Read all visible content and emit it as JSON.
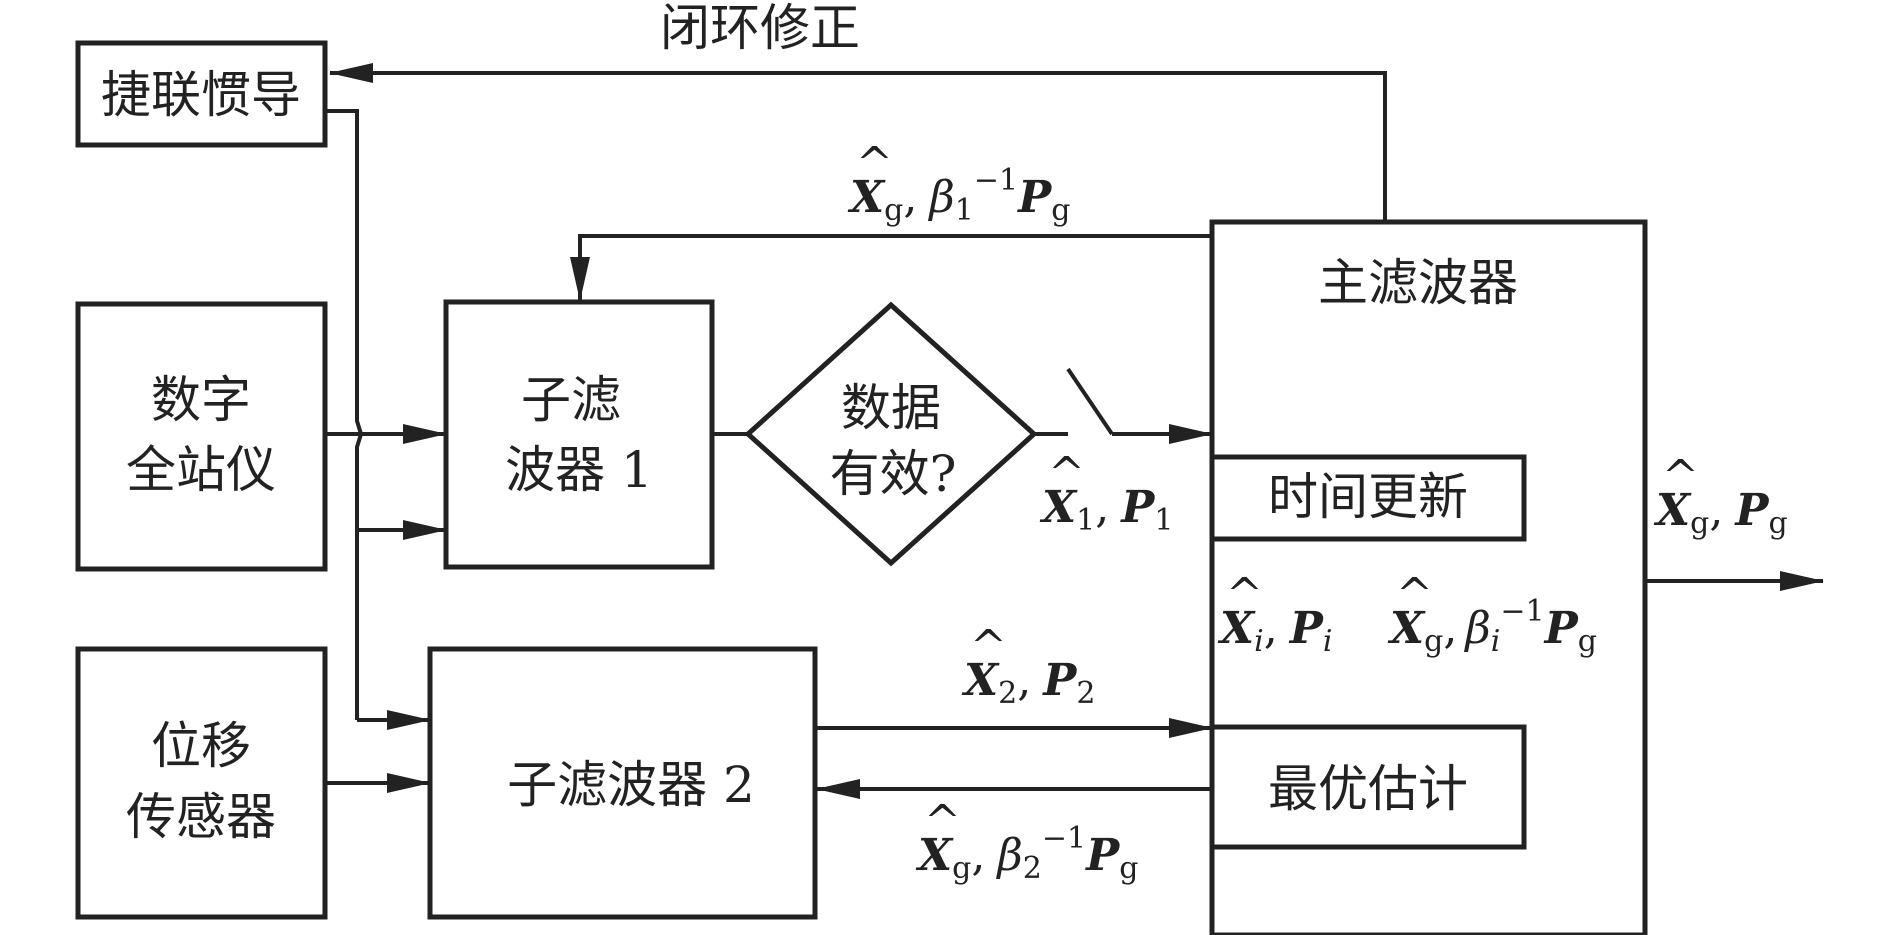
{
  "diagram": {
    "nodes": {
      "sins": "捷联惯导",
      "total_station_1": "数字",
      "total_station_2": "全站仪",
      "disp_sensor_1": "位移",
      "disp_sensor_2": "传感器",
      "subfilter1_1": "子滤",
      "subfilter1_2": "波器 1",
      "decision_1": "数据",
      "decision_2": "有效?",
      "subfilter2": "子滤波器 2",
      "master_filter": "主滤波器",
      "time_update": "时间更新",
      "optimal_estimate": "最优估计"
    },
    "edge_labels": {
      "closed_loop": "闭环修正",
      "hat": "^",
      "X": "X",
      "P": "P",
      "beta": "β",
      "sub_g": "g",
      "sub_1": "1",
      "sub_2": "2",
      "sub_i": "i",
      "sup_neg1": "−1",
      "comma": ","
    }
  }
}
